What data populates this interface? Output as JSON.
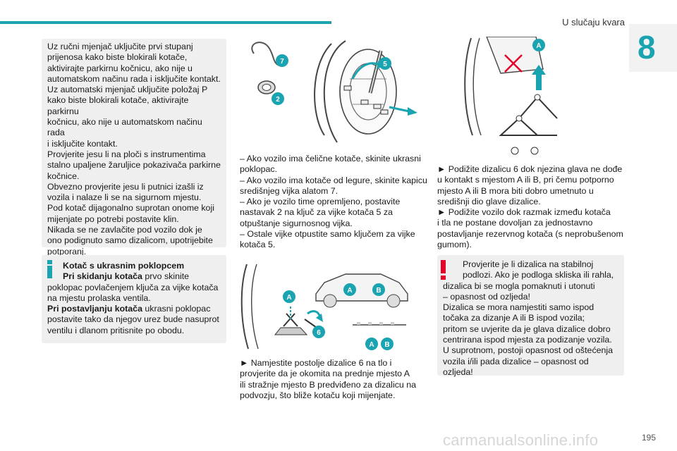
{
  "header": {
    "section_title": "U slučaju kvara",
    "chapter_number": "8"
  },
  "left_column": {
    "box1_lines": [
      "Uz ručni mjenjač uključite prvi stupanj",
      "prijenosa kako biste blokirali kotače,",
      "aktivirajte parkirnu kočnicu, ako nije u",
      "automatskom načinu rada i isključite kontakt.",
      "Uz automatski mjenjač uključite položaj P",
      "kako biste blokirali kotače, aktivirajte parkirnu",
      "kočnicu, ako nije u automatskom načinu rada",
      "i isključite kontakt.",
      "Provjerite jesu li na ploči s instrumentima",
      "stalno upaljene žaruljice pokazivača parkirne",
      "kočnice.",
      "Obvezno provjerite jesu li putnici izašli iz",
      "vozila i nalaze li se na sigurnom mjestu.",
      "Pod kotač dijagonalno suprotan onome koji",
      "mijenjate po potrebi postavite klin.",
      "Nikada se ne zavlačite pod vozilo dok je",
      "ono podignuto samo dizalicom, upotrijebite",
      "potporanj."
    ],
    "info_box": {
      "title1": "Kotač s ukrasnim poklopcem",
      "title2": "Pri skidanju kotača",
      "line2_rest": " prvo skinite",
      "line3": "poklopac povlačenjem ključa za vijke kotača",
      "line4": "na mjestu prolaska ventila.",
      "title5": "Pri postavljanju kotača",
      "line5_rest": " ukrasni poklopac",
      "line6": "postavite tako da njegov urez bude nasuprot",
      "line7": "ventilu i dlanom pritisnite po obodu."
    }
  },
  "middle_column": {
    "illus1_labels": {
      "key_tool": "7",
      "socket": "2",
      "bolt": "5"
    },
    "steps_lines": [
      "– Ako vozilo ima čelične kotače, skinite ukrasni",
      "poklopac.",
      "– Ako vozilo ima kotače od legure, skinite kapicu",
      "središnjeg vijka alatom 7.",
      "– Ako je vozilo time opremljeno, postavite",
      "nastavak 2 na ključ za vijke kotača 5 za",
      "otpuštanje sigurnosnog vijka.",
      "– Ostale vijke otpustite samo ključem za vijke",
      "kotača 5."
    ],
    "illus2_labels": {
      "front": "A",
      "rear": "B",
      "jack": "6"
    },
    "jack_lines": [
      "► Namjestite postolje dizalice 6 na tlo i",
      "provjerite da je okomita na prednje mjesto A",
      "ili stražnje mjesto B predviđeno za dizalicu na",
      "podvozju, što bliže kotaču koji mijenjate."
    ]
  },
  "right_column": {
    "illus3_label": "A",
    "lift_lines": [
      "► Podižite dizalicu 6 dok njezina glava ne dođe",
      "u kontakt s mjestom A ili B, pri čemu potporno",
      "mjesto A ili B mora biti dobro umetnuto u",
      "središnji dio glave dizalice.",
      "► Podižite vozilo dok razmak između kotača",
      "i tla ne postane dovoljan za jednostavno",
      "postavljanje rezervnog kotača (s neprobušenom",
      "gumom)."
    ],
    "warning_lines": [
      "Provjerite je li dizalica na stabilnoj",
      "podlozi. Ako je podloga skliska ili rahla,",
      "dizalica bi se mogla pomaknuti i utonuti",
      "– opasnost od ozljeda!",
      "Dizalica se mora namjestiti samo ispod",
      "točaka za dizanje A ili B ispod vozila;",
      "pritom se uvjerite da je glava dizalice dobro",
      "centrirana ispod mjesta za podizanje vozila.",
      "U suprotnom, postoji opasnost od oštećenja",
      "vozila i/ili pada dizalice – opasnost od ozljeda!"
    ]
  },
  "footer": {
    "page_number": "195",
    "watermark": "carmanualsonline.info"
  },
  "colors": {
    "accent": "#1aa3b0",
    "warning": "#e4002b",
    "box_bg": "#efefef"
  },
  "icons": [
    "info-icon",
    "warning-icon"
  ]
}
